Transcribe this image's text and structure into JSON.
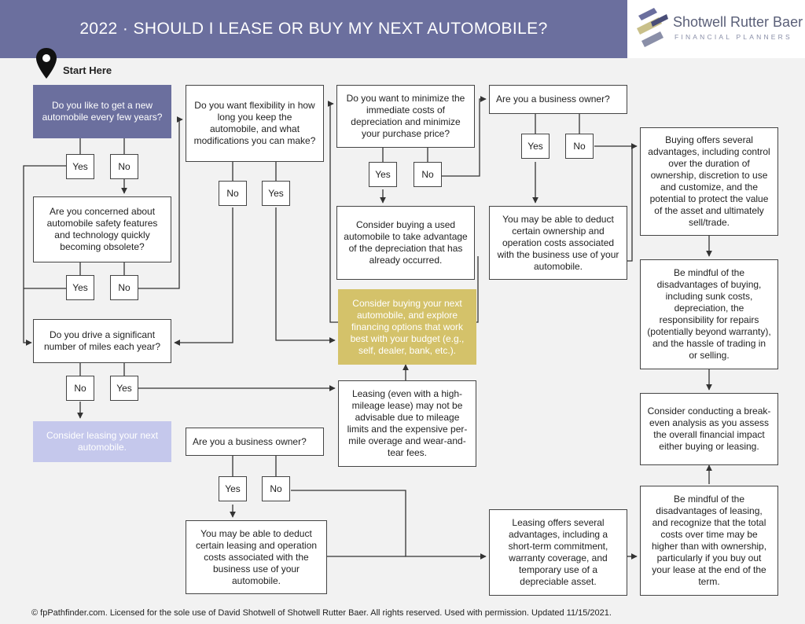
{
  "header": {
    "title": "2022 · SHOULD I LEASE OR BUY MY NEXT AUTOMOBILE?"
  },
  "logo": {
    "name": "Shotwell Rutter Baer",
    "tagline": "FINANCIAL PLANNERS"
  },
  "start_label": "Start Here",
  "nodes": {
    "q_new_auto": "Do you like to get a new automobile every few years?",
    "q_safety": "Are you concerned about automobile safety features and technology quickly becoming obsolete?",
    "q_miles": "Do you drive a significant number of miles each year?",
    "q_flexibility": "Do you want flexibility in how long you keep the automobile, and what modifications you can make?",
    "q_minimize": "Do you want to minimize the immediate costs of depreciation and minimize your purchase price?",
    "q_business_buy": "Are you a business owner?",
    "q_business_lease": "Are you a business owner?",
    "used_auto": "Consider buying a used automobile to take advantage of the depreciation that has already occurred.",
    "consider_buying": "Consider buying your next automobile, and explore financing options that work best with your budget (e.g., self, dealer, bank, etc.).",
    "leasing_mileage": "Leasing (even with a high-mileage lease) may not be advisable due to mileage limits and the expensive per-mile overage and wear-and-tear fees.",
    "consider_leasing": "Consider leasing your next automobile.",
    "deduct_ownership": "You may be able to deduct certain ownership and operation costs associated with the business use of your automobile.",
    "deduct_leasing": "You may be able to deduct certain leasing and operation costs associated with the business use of your automobile.",
    "buying_advantages": "Buying offers several advantages, including control over the duration of ownership, discretion to use and customize, and the potential to protect the value of the asset and ultimately sell/trade.",
    "buying_disadvantages": "Be mindful of the disadvantages of buying, including sunk costs, depreciation, the responsibility for repairs (potentially beyond warranty), and the hassle of trading in or selling.",
    "break_even": "Consider conducting a break-even analysis as you assess the overall financial impact either buying or leasing.",
    "leasing_disadvantages": "Be mindful of the disadvantages of leasing, and recognize that the total costs over time may be higher than with ownership, particularly if you buy out your lease at the end of the term.",
    "leasing_advantages": "Leasing offers several advantages, including a short-term commitment, warranty coverage, and temporary use of a depreciable asset."
  },
  "answers": {
    "yes": "Yes",
    "no": "No"
  },
  "footer": "© fpPathfinder.com. Licensed for the sole use of David Shotwell of Shotwell Rutter Baer. All rights reserved. Used with permission. Updated 11/15/2021."
}
